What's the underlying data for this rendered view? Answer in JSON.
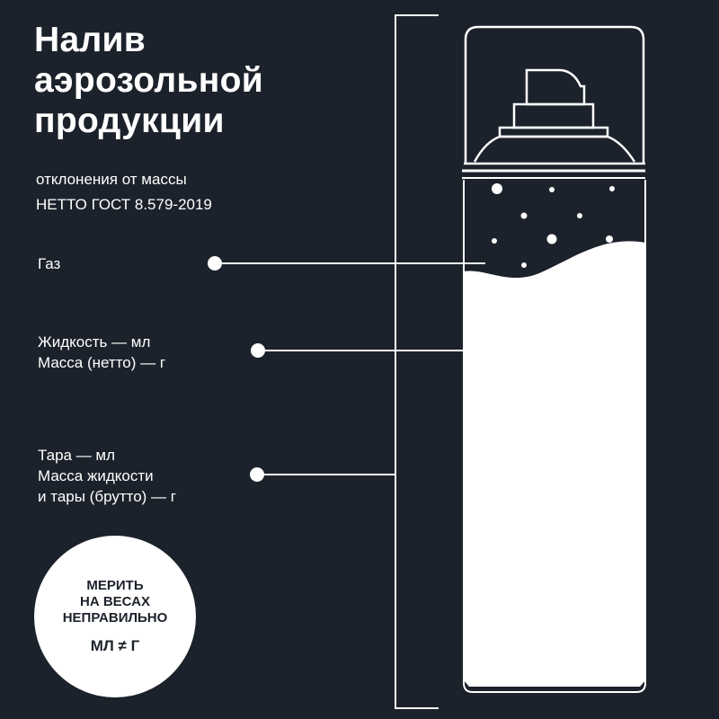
{
  "title": {
    "line1": "Налив",
    "line2": "аэрозольной",
    "line3": "продукции"
  },
  "subtitle": {
    "line1": "отклонения от массы",
    "line2": "НЕТТО ГОСТ 8.579-2019"
  },
  "labels": {
    "gas": "Газ",
    "liquid_line1": "Жидкость  — мл",
    "liquid_line2": "Масса (нетто)  — г",
    "tare_line1": "Тара  — мл",
    "tare_line2": "Масса жидкости",
    "tare_line3": "и тары (брутто)  — г"
  },
  "badge": {
    "line1": "МЕРИТЬ",
    "line2": "НА ВЕСАХ",
    "line3": "НЕПРАВИЛЬНО",
    "formula": "МЛ ≠ Г"
  },
  "colors": {
    "background": "#1c222b",
    "foreground": "#ffffff"
  }
}
